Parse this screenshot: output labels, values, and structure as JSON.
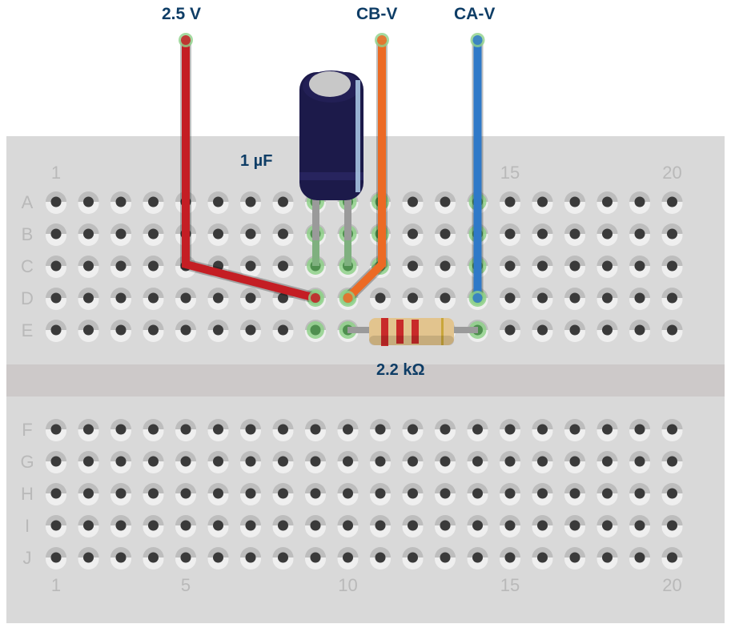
{
  "diagram": {
    "title": "Breadboard RC circuit",
    "rows_top": [
      "A",
      "B",
      "C",
      "D",
      "E"
    ],
    "rows_bottom": [
      "F",
      "G",
      "H",
      "I",
      "J"
    ],
    "column_count": 20,
    "column_labels_top": [
      {
        "col": 1,
        "text": "1"
      },
      {
        "col": 15,
        "text": "15"
      },
      {
        "col": 20,
        "text": "20"
      }
    ],
    "column_labels_bottom": [
      {
        "col": 1,
        "text": "1"
      },
      {
        "col": 5,
        "text": "5"
      },
      {
        "col": 10,
        "text": "10"
      },
      {
        "col": 15,
        "text": "15"
      },
      {
        "col": 20,
        "text": "20"
      }
    ],
    "labels": {
      "v_source": "2.5 V",
      "probe_b": "CB-V",
      "probe_a": "CA-V",
      "capacitor": "1 µF",
      "resistor": "2.2 kΩ"
    },
    "components": {
      "capacitor": {
        "value": "1 µF",
        "pins": [
          {
            "col": 9,
            "row": "C"
          },
          {
            "col": 10,
            "row": "C"
          }
        ]
      },
      "resistor": {
        "value": "2.2 kΩ",
        "pins": [
          {
            "col": 10,
            "row": "E"
          },
          {
            "col": 14,
            "row": "E"
          }
        ],
        "bands": [
          "red",
          "red",
          "red",
          "gold"
        ]
      },
      "wires": [
        {
          "name": "wire-2.5v",
          "label": "2.5 V",
          "color": "#c41e24",
          "path": [
            {
              "col": 5,
              "row": "top"
            },
            {
              "col": 5,
              "row": "C"
            },
            {
              "col": 9,
              "row": "D"
            }
          ]
        },
        {
          "name": "wire-cb-v",
          "label": "CB-V",
          "color": "#ec6a24",
          "path": [
            {
              "col": 11,
              "row": "top"
            },
            {
              "col": 11,
              "row": "C"
            },
            {
              "col": 10,
              "row": "D"
            }
          ]
        },
        {
          "name": "wire-ca-v",
          "label": "CA-V",
          "color": "#2f79c8",
          "path": [
            {
              "col": 14,
              "row": "top"
            },
            {
              "col": 14,
              "row": "D"
            }
          ]
        }
      ]
    },
    "highlighted_holes": [
      {
        "col": 9,
        "row": "A"
      },
      {
        "col": 9,
        "row": "B"
      },
      {
        "col": 9,
        "row": "C"
      },
      {
        "col": 9,
        "row": "D"
      },
      {
        "col": 9,
        "row": "E"
      },
      {
        "col": 10,
        "row": "A"
      },
      {
        "col": 10,
        "row": "B"
      },
      {
        "col": 10,
        "row": "C"
      },
      {
        "col": 10,
        "row": "D"
      },
      {
        "col": 10,
        "row": "E"
      },
      {
        "col": 11,
        "row": "A"
      },
      {
        "col": 11,
        "row": "B"
      },
      {
        "col": 11,
        "row": "C"
      },
      {
        "col": 14,
        "row": "A"
      },
      {
        "col": 14,
        "row": "B"
      },
      {
        "col": 14,
        "row": "C"
      },
      {
        "col": 14,
        "row": "D"
      },
      {
        "col": 14,
        "row": "E"
      }
    ],
    "colors": {
      "board": "#d9d9d9",
      "divider": "#cdc9c9",
      "hole": "#3a3a3a",
      "label_text": "#0e3d66",
      "grid_label": "#b9b9b9",
      "highlight": "#8fd18a"
    }
  }
}
